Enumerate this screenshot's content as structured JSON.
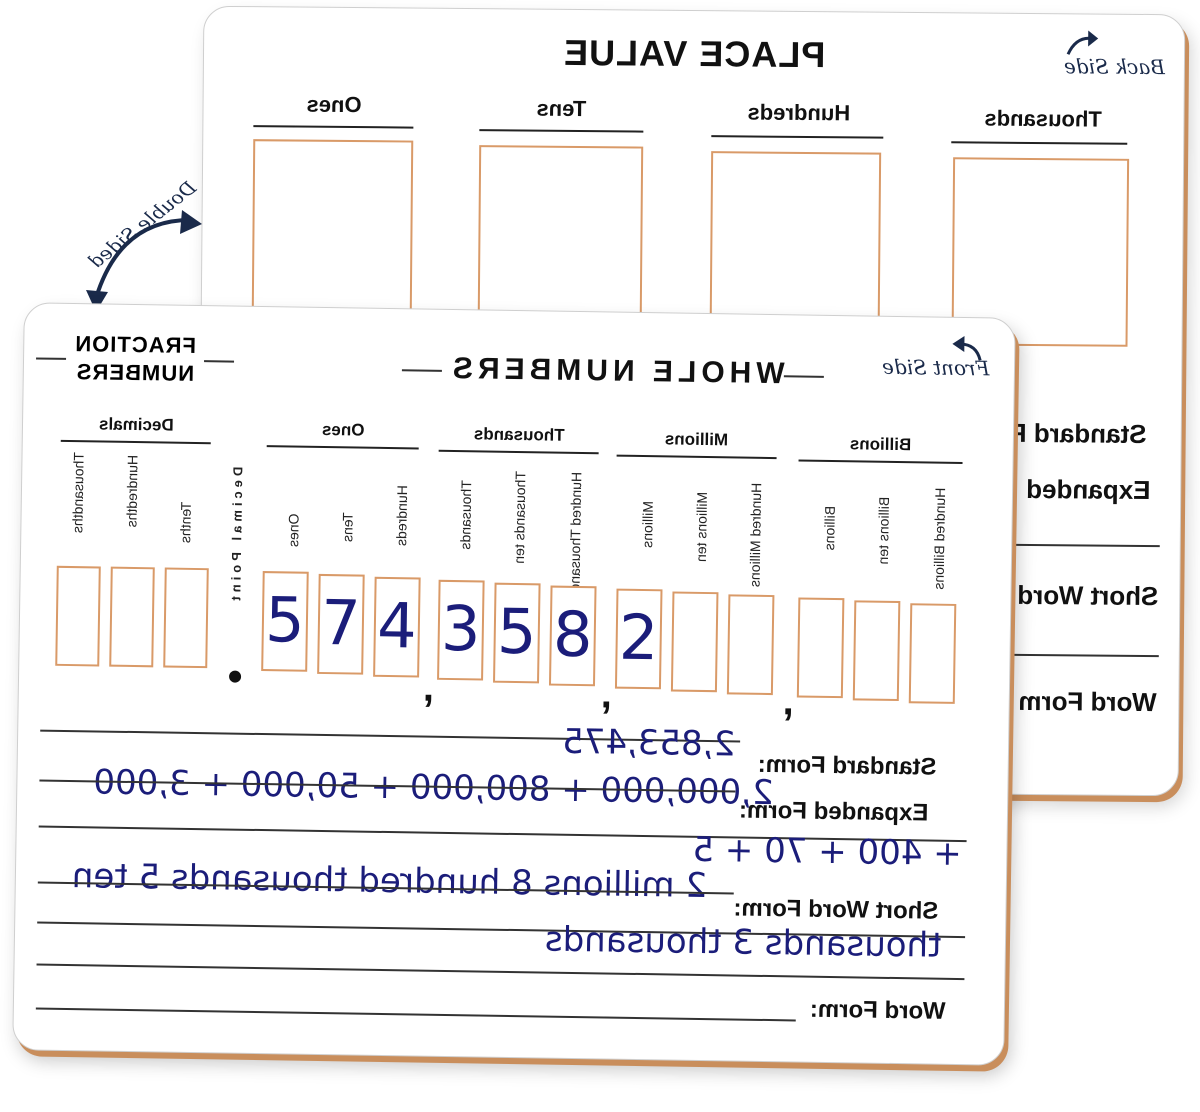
{
  "back_board": {
    "title": "PLACE VALUE",
    "side_tag": "Back Side",
    "columns": [
      "Thousands",
      "Hundreds",
      "Tens",
      "Ones"
    ],
    "form_labels": [
      "Standard F",
      "Expanded",
      "Short Word",
      "Word Form"
    ]
  },
  "double_sided_label": "Double Sided",
  "front_board": {
    "title": "WHOLE NUMBERS",
    "side_tag": "Front Side",
    "fraction_title": [
      "FRACTION",
      "NUMBERS"
    ],
    "decimals_label": "Decimals",
    "decimal_point_label": "Decimal Point",
    "groups": [
      {
        "name": "Billions",
        "places": [
          "Hundred Billions",
          "Billions ten",
          "Billions"
        ]
      },
      {
        "name": "Millions",
        "places": [
          "Hundred Millions",
          "Millions ten",
          "Millions"
        ]
      },
      {
        "name": "Thousands",
        "places": [
          "Hundred Thousands",
          "Thousands ten",
          "Thousands"
        ]
      },
      {
        "name": "Ones",
        "places": [
          "Hundreds",
          "Tens",
          "Ones"
        ]
      }
    ],
    "decimal_places": [
      "Tenths",
      "Hundredths",
      "Thousandths"
    ],
    "digits": [
      "2",
      "8",
      "5",
      "3",
      "4",
      "7",
      "5"
    ],
    "comma": ",",
    "forms": {
      "standard_label": "Standard Form:",
      "expanded_label": "Expanded Form:",
      "short_word_label": "Short Word Form:",
      "word_label": "Word Form:"
    },
    "handwriting": {
      "standard": "2,853,475",
      "expanded_1": "2,000,000 + 800,000 + 50,000 + 3,000",
      "expanded_2": "+ 400 + 70 + 5",
      "short_1": "2 millions 8 hundred thousands 5 ten",
      "short_2": "thousands 3 thousands"
    }
  }
}
